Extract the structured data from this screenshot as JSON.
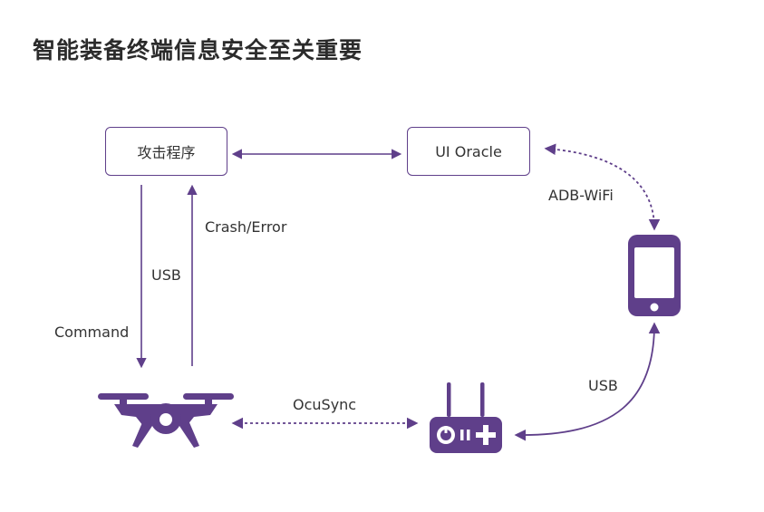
{
  "title": "智能装备终端信息安全至关重要",
  "colors": {
    "accent": "#5f3f8a",
    "text": "#333333"
  },
  "nodes": {
    "attack": "攻击程序",
    "oracle": "UI Oracle"
  },
  "icons": {
    "drone": "drone-icon",
    "controller": "remote-controller-icon",
    "phone": "smartphone-icon"
  },
  "edges": {
    "adb_wifi": "ADB-WiFi",
    "crash_error": "Crash/Error",
    "usb_left": "USB",
    "command": "Command",
    "ocusync": "OcuSync",
    "usb_right": "USB"
  }
}
